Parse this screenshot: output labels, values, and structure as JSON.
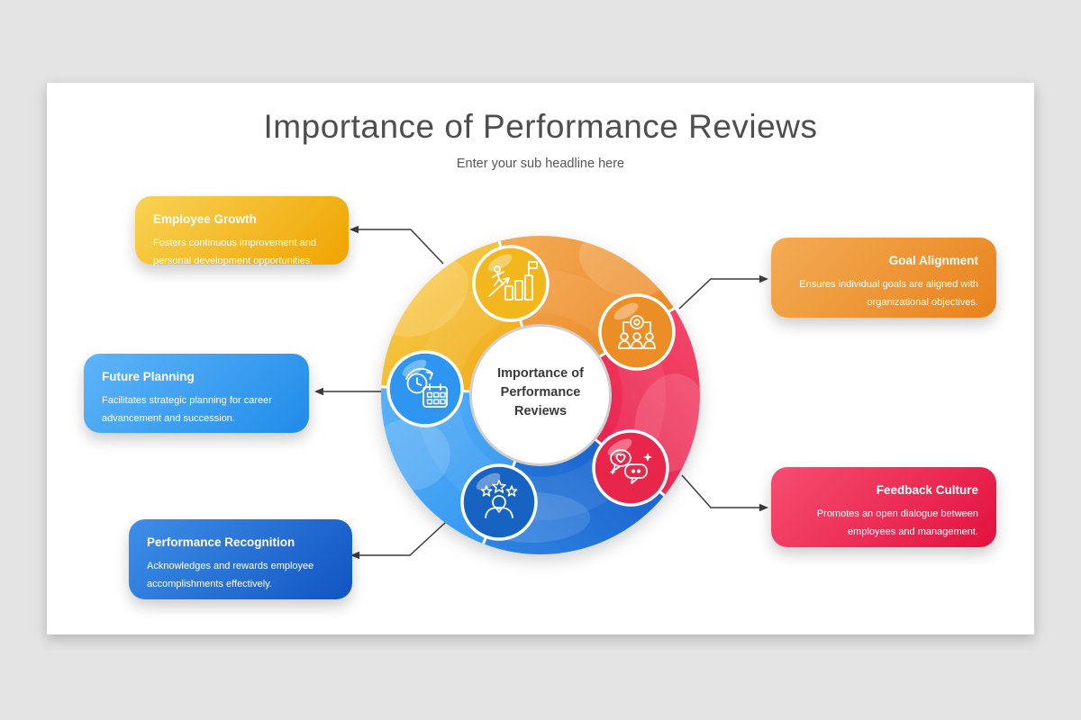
{
  "slide": {
    "title": "Importance of Performance Reviews",
    "subtitle": "Enter your sub headline here"
  },
  "center_circle": {
    "label": "Importance of\nPerformance\nReviews"
  },
  "items": [
    {
      "id": "employee-growth",
      "title": "Employee Growth",
      "description": "Fosters continuous improvement and personal development opportunities.",
      "gradient": "linear-gradient(135deg,#F9D254 0%,#EFA400 100%)",
      "accent": "#F1B71E",
      "icon": "growth-stairs-flag-icon",
      "position": "top-left"
    },
    {
      "id": "goal-alignment",
      "title": "Goal Alignment",
      "description": "Ensures individual goals are aligned with organizational objectives.",
      "gradient": "linear-gradient(135deg,#F4AC55 0%,#E8821C 100%)",
      "accent": "#EB8E28",
      "icon": "team-target-icon",
      "position": "top-right"
    },
    {
      "id": "feedback-culture",
      "title": "Feedback Culture",
      "description": "Promotes an open dialogue between employees and management.",
      "gradient": "linear-gradient(135deg,#F64E70 0%,#E3113F 100%)",
      "accent": "#E8254A",
      "icon": "chat-bubbles-icon",
      "position": "bottom-right"
    },
    {
      "id": "performance-recognition",
      "title": "Performance Recognition",
      "description": "Acknowledges and rewards employee accomplishments effectively.",
      "gradient": "linear-gradient(135deg,#3E8FE9 0%,#1154C2 100%)",
      "accent": "#1763C2",
      "icon": "person-stars-icon",
      "position": "bottom-left"
    },
    {
      "id": "future-planning",
      "title": "Future Planning",
      "description": "Facilitates strategic planning for career advancement and succession.",
      "gradient": "linear-gradient(135deg,#5FB4F8 0%,#1F8CE9 100%)",
      "accent": "#2D96F0",
      "icon": "clock-calendar-icon",
      "position": "middle-left"
    }
  ],
  "wheel": {
    "segment_colors": {
      "employee_growth": "#F3BB2B",
      "goal_alignment": "#EE9434",
      "feedback_culture": "#EE2B51",
      "performance_recognition": "#1E6BD1",
      "future_planning": "#44A3F4"
    },
    "connector_color": "#3a3a3a",
    "center_ring_color": "#cfcfcf"
  }
}
